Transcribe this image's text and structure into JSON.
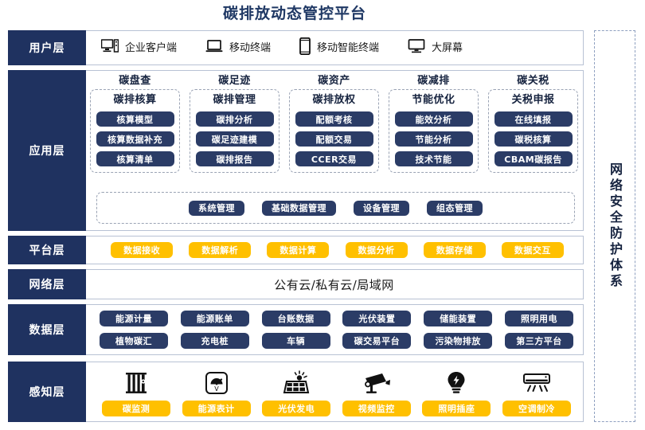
{
  "page": {
    "title": "碳排放动态管控平台"
  },
  "security_band": {
    "label": "网络安全防护体系"
  },
  "layers": {
    "user": {
      "label": "用户层",
      "items": [
        {
          "icon": "desktop-tower-icon",
          "label": "企业客户端"
        },
        {
          "icon": "laptop-icon",
          "label": "移动终端"
        },
        {
          "icon": "smartphone-icon",
          "label": "移动智能终端"
        },
        {
          "icon": "monitor-icon",
          "label": "大屏幕"
        }
      ]
    },
    "application": {
      "label": "应用层",
      "groups": [
        {
          "title": "碳盘查",
          "subtitle": "碳排核算",
          "items": [
            "核算模型",
            "核算数据补充",
            "核算清单"
          ]
        },
        {
          "title": "碳足迹",
          "subtitle": "碳排管理",
          "items": [
            "碳排分析",
            "碳足迹建模",
            "碳排报告"
          ]
        },
        {
          "title": "碳资产",
          "subtitle": "碳排放权",
          "items": [
            "配额考核",
            "配额交易",
            "CCER交易"
          ]
        },
        {
          "title": "碳减排",
          "subtitle": "节能优化",
          "items": [
            "能效分析",
            "节能分析",
            "技术节能"
          ]
        },
        {
          "title": "碳关税",
          "subtitle": "关税申报",
          "items": [
            "在线填报",
            "碳税核算",
            "CBAM碳报告"
          ]
        }
      ],
      "common": [
        "系统管理",
        "基础数据管理",
        "设备管理",
        "组态管理"
      ]
    },
    "platform": {
      "label": "平台层",
      "items": [
        "数据接收",
        "数据解析",
        "数据计算",
        "数据分析",
        "数据存储",
        "数据交互"
      ]
    },
    "network": {
      "label": "网络层",
      "text": "公有云/私有云/局域网"
    },
    "data": {
      "label": "数据层",
      "row1": [
        "能源计量",
        "能源账单",
        "台账数据",
        "光伏装置",
        "储能装置",
        "照明用电"
      ],
      "row2": [
        "植物碳汇",
        "充电桩",
        "车辆",
        "碳交易平台",
        "污染物排放",
        "第三方平台"
      ]
    },
    "sensing": {
      "label": "感知层",
      "items": [
        {
          "icon": "carbon-monitor-icon",
          "label": "碳监测"
        },
        {
          "icon": "energy-meter-icon",
          "label": "能源表计"
        },
        {
          "icon": "solar-panel-icon",
          "label": "光伏发电"
        },
        {
          "icon": "cctv-camera-icon",
          "label": "视频监控"
        },
        {
          "icon": "light-bulb-icon",
          "label": "照明插座"
        },
        {
          "icon": "air-conditioner-icon",
          "label": "空调制冷"
        }
      ]
    }
  },
  "colors": {
    "navy": "#1f3260",
    "pill_navy": "#2b3c66",
    "yellow": "#FFC000",
    "title": "#1f3864",
    "border": "#b8c2d4"
  }
}
